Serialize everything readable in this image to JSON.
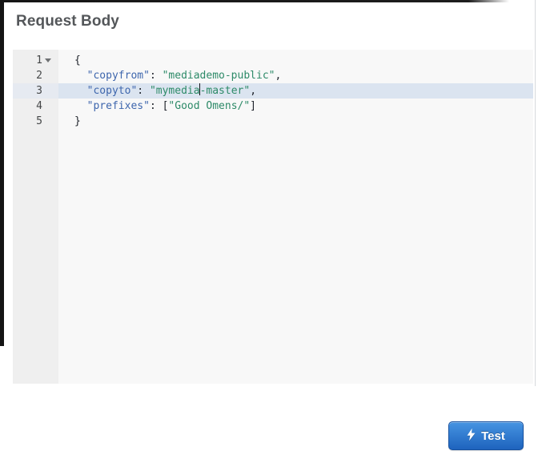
{
  "page": {
    "title": "Request Body",
    "background": "#ffffff"
  },
  "editor": {
    "language": "json",
    "active_line_number": 3,
    "cursor_line": 3,
    "value": "{\n  \"copyfrom\": \"mediademo-public\",\n  \"copyto\": \"mymedia-master\",\n  \"prefixes\": [\"Good Omens/\"]\n}",
    "lines": [
      {
        "number": "1",
        "foldable": true,
        "active": false,
        "tokens": [
          {
            "type": "punct",
            "text": "{"
          }
        ]
      },
      {
        "number": "2",
        "foldable": false,
        "active": false,
        "tokens": [
          {
            "type": "plain",
            "text": "  "
          },
          {
            "type": "key",
            "text": "\"copyfrom\""
          },
          {
            "type": "punct",
            "text": ": "
          },
          {
            "type": "str",
            "text": "\"mediademo-public\""
          },
          {
            "type": "punct",
            "text": ","
          }
        ]
      },
      {
        "number": "3",
        "foldable": false,
        "active": true,
        "tokens": [
          {
            "type": "plain",
            "text": "  "
          },
          {
            "type": "key",
            "text": "\"copyto\""
          },
          {
            "type": "punct",
            "text": ": "
          },
          {
            "type": "str",
            "text": "\"mymedia"
          },
          {
            "type": "cursor",
            "text": ""
          },
          {
            "type": "str",
            "text": "-master\""
          },
          {
            "type": "punct",
            "text": ","
          }
        ]
      },
      {
        "number": "4",
        "foldable": false,
        "active": false,
        "tokens": [
          {
            "type": "plain",
            "text": "  "
          },
          {
            "type": "key",
            "text": "\"prefixes\""
          },
          {
            "type": "punct",
            "text": ": ["
          },
          {
            "type": "str",
            "text": "\"Good Omens/\""
          },
          {
            "type": "punct",
            "text": "]"
          }
        ]
      },
      {
        "number": "5",
        "foldable": false,
        "active": false,
        "tokens": [
          {
            "type": "punct",
            "text": "}"
          }
        ]
      }
    ],
    "colors": {
      "key": "#3e66ad",
      "string": "#2d8a68",
      "punctuation": "#20242c",
      "editor_bg": "#f8f8f8",
      "gutter_bg": "#efefef",
      "active_line_bg": "#dbe4f0",
      "active_gutter_bg": "#e6eaf1",
      "line_number": "#454748"
    }
  },
  "actions": {
    "test_button": {
      "label": "Test",
      "icon": "lightning-bolt",
      "color_top": "#4694e2",
      "color_bottom": "#1e63bd",
      "border_color": "#17519f"
    }
  }
}
